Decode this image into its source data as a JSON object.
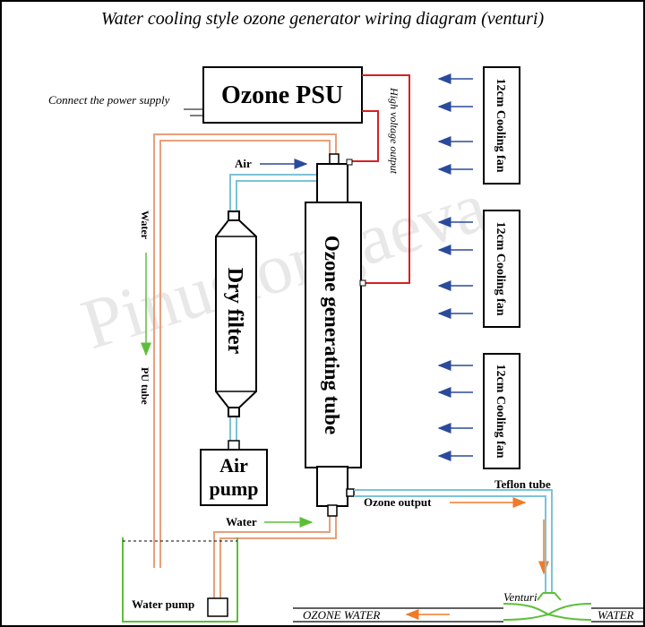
{
  "title": "Water cooling style ozone generator wiring diagram (venturi)",
  "watermark": "Pinuslongaeva",
  "psu": {
    "label": "Ozone PSU",
    "power_note": "Connect the power supply",
    "hv_note": "High voltage output"
  },
  "tube": {
    "label": "Ozone generating tube"
  },
  "filter": {
    "label": "Dry filter"
  },
  "pump": {
    "label_line1": "Air",
    "label_line2": "pump"
  },
  "fans": [
    {
      "label": "12cm Cooling fan"
    },
    {
      "label": "12cm Cooling fan"
    },
    {
      "label": "12cm Cooling fan"
    }
  ],
  "labels": {
    "air": "Air",
    "water_left": "Water",
    "pu_tube": "PU tube",
    "water_bottom": "Water",
    "ozone_output": "Ozone output",
    "teflon_tube": "Teflon tube",
    "venturi": "Venturi",
    "water_pump": "Water pump",
    "ozone_water": "OZONE WATER",
    "water_right": "WATER"
  },
  "colors": {
    "hv_wire": "#d62020",
    "water_tube": "#e8a07a",
    "air_tube": "#7cc3d8",
    "green": "#5cbf3a",
    "blue_arrow": "#2a4a9c",
    "orange_arrow": "#f07a2a"
  }
}
